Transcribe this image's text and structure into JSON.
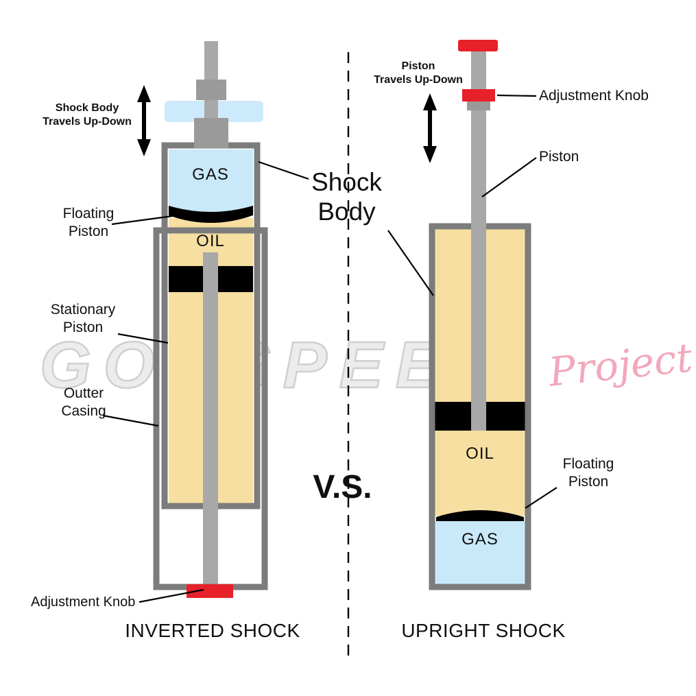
{
  "watermark": {
    "text": "GODSPEED",
    "script_text": "Project"
  },
  "center": {
    "shock_body_line1": "Shock",
    "shock_body_line2": "Body",
    "vs": "V.S."
  },
  "inverted_shock": {
    "title": "INVERTED SHOCK",
    "travel_line1": "Shock Body",
    "travel_line2": "Travels Up-Down",
    "gas_label": "GAS",
    "oil_label": "OIL",
    "floating_piston_line1": "Floating",
    "floating_piston_line2": "Piston",
    "stationary_piston_line1": "Stationary",
    "stationary_piston_line2": "Piston",
    "outer_casing_line1": "Outter",
    "outer_casing_line2": "Casing",
    "adjustment_knob_label": "Adjustment Knob"
  },
  "upright_shock": {
    "title": "UPRIGHT SHOCK",
    "travel_line1": "Piston",
    "travel_line2": "Travels Up-Down",
    "adjustment_knob_label": "Adjustment Knob",
    "piston_label": "Piston",
    "oil_label": "OIL",
    "gas_label": "GAS",
    "floating_piston_line1": "Floating",
    "floating_piston_line2": "Piston"
  },
  "colors": {
    "gas_blue": "#c9e9fa",
    "seal_blue": "#cdeafc",
    "oil_tan": "#f7dfa1",
    "rod_gray": "#a8a8a8",
    "rod_dark": "#9a9a9a",
    "body_gray": "#7c7c7c",
    "knob_red": "#e62129",
    "line_black": "#000000",
    "watermark_gray": "#cfcfcf",
    "watermark_pink": "#f2a8bb"
  }
}
